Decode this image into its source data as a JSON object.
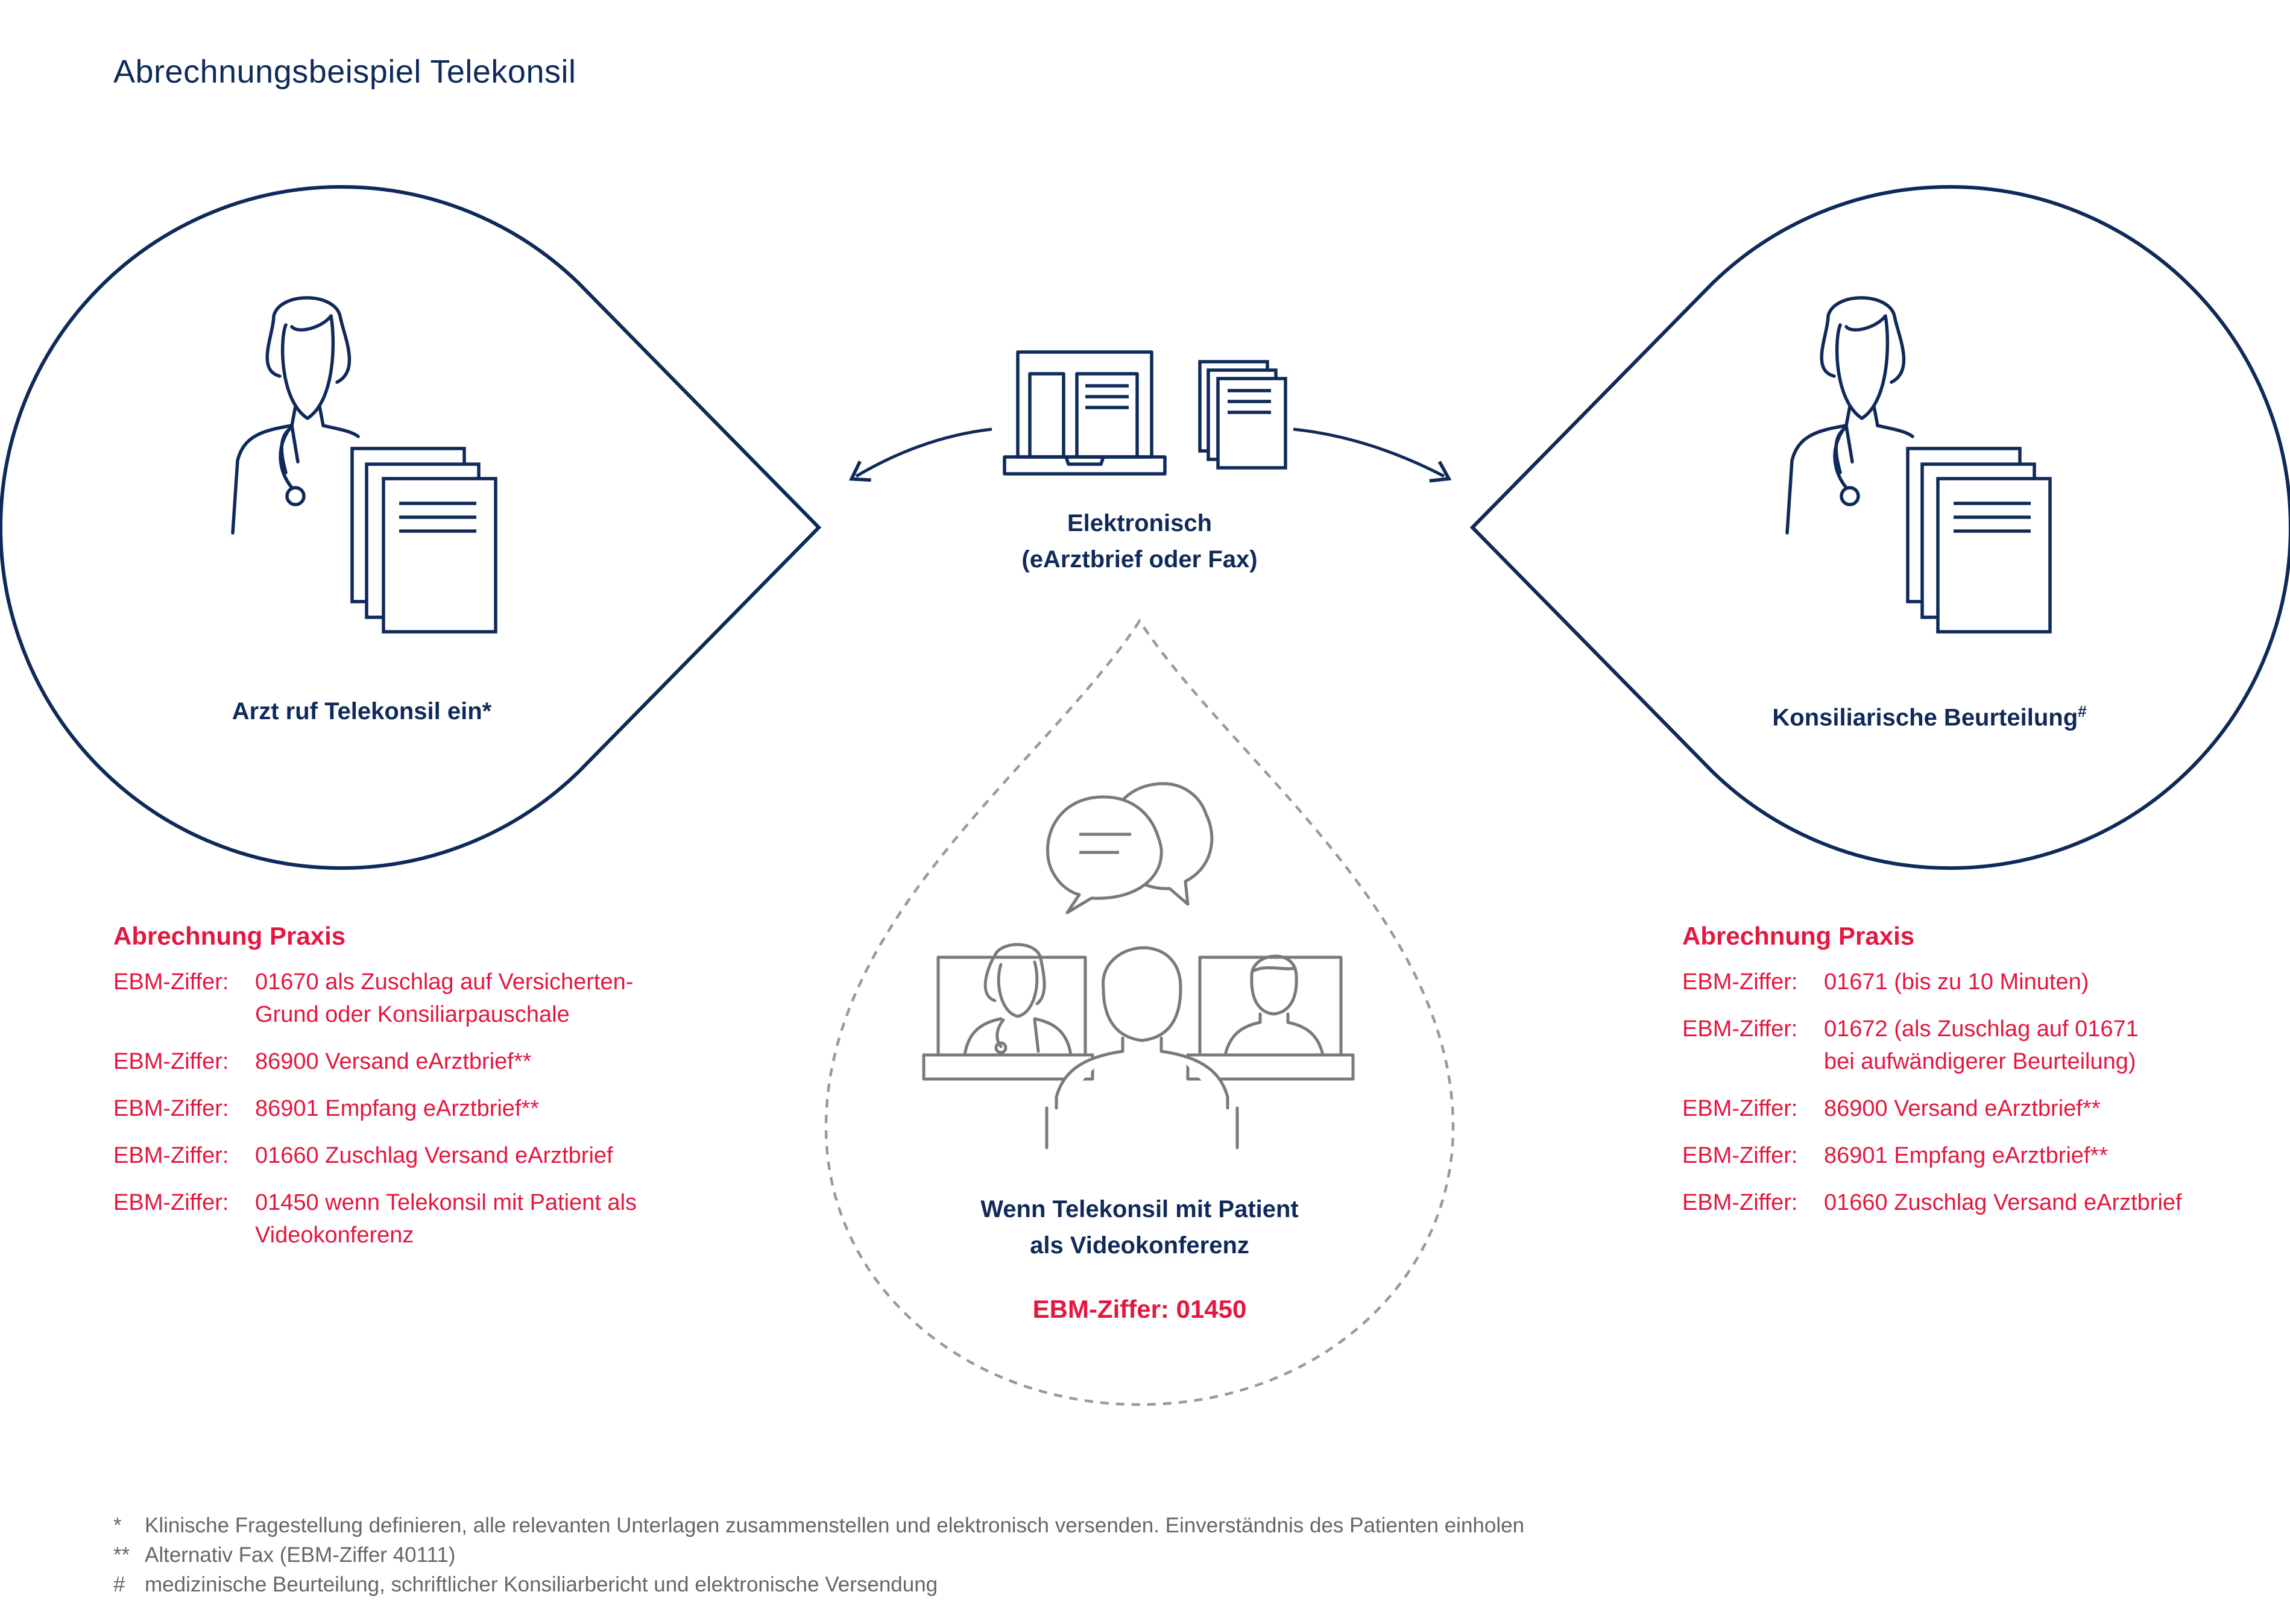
{
  "title": "Abrechnungsbeispiel Telekonsil",
  "colors": {
    "navy": "#0f2a5a",
    "red": "#e3173f",
    "gray": "#8a8a8a",
    "footnote": "#666666"
  },
  "left_node": {
    "label": "Arzt ruf Telekonsil ein*",
    "icons": [
      "doctor-icon",
      "documents-icon"
    ]
  },
  "center": {
    "label_line1": "Elektronisch",
    "label_line2": "(eArztbrief oder Fax)",
    "icons": [
      "laptop-icon",
      "fax-documents-icon",
      "arrow-left-icon",
      "arrow-right-icon"
    ]
  },
  "right_node": {
    "label": "Konsiliarische Beurteilung",
    "label_sup": "#",
    "icons": [
      "doctor-icon",
      "documents-icon"
    ]
  },
  "video": {
    "label_line1": "Wenn Telekonsil mit Patient",
    "label_line2": "als Videokonferenz",
    "code": "EBM-Ziffer: 01450",
    "icons": [
      "speech-bubbles-icon",
      "video-conference-icon"
    ]
  },
  "left_billing": {
    "heading": "Abrechnung Praxis",
    "rows": [
      {
        "key": "EBM-Ziffer:",
        "value": "01670 als Zuschlag auf Versicherten-\nGrund oder Konsiliarpauschale"
      },
      {
        "key": "EBM-Ziffer:",
        "value": "86900 Versand eArztbrief**"
      },
      {
        "key": "EBM-Ziffer:",
        "value": "86901 Empfang eArztbrief**"
      },
      {
        "key": "EBM-Ziffer:",
        "value": "01660 Zuschlag Versand eArztbrief"
      },
      {
        "key": "EBM-Ziffer:",
        "value": "01450 wenn Telekonsil mit Patient als\nVideokonferenz"
      }
    ]
  },
  "right_billing": {
    "heading": "Abrechnung Praxis",
    "rows": [
      {
        "key": "EBM-Ziffer:",
        "value": "01671 (bis zu 10 Minuten)"
      },
      {
        "key": "EBM-Ziffer:",
        "value": "01672 (als Zuschlag auf 01671\nbei aufwändigerer Beurteilung)"
      },
      {
        "key": "EBM-Ziffer:",
        "value": "86900 Versand eArztbrief**"
      },
      {
        "key": "EBM-Ziffer:",
        "value": "86901 Empfang eArztbrief**"
      },
      {
        "key": "EBM-Ziffer:",
        "value": "01660 Zuschlag Versand eArztbrief"
      }
    ]
  },
  "footnotes": [
    {
      "mark": "*",
      "text": "Klinische Fragestellung definieren, alle relevanten Unterlagen zusammenstellen und elektronisch versenden. Einverständnis des Patienten einholen"
    },
    {
      "mark": "**",
      "text": "Alternativ Fax (EBM-Ziffer 40111)"
    },
    {
      "mark": "#",
      "text": "medizinische Beurteilung, schriftlicher Konsiliarbericht und elektronische Versendung"
    }
  ]
}
